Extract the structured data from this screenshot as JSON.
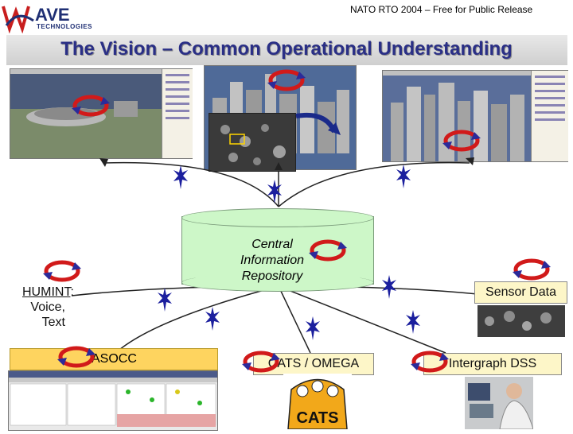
{
  "header": {
    "note": "NATO RTO 2004 – Free for Public Release",
    "logo_main": "AVE",
    "logo_sub": "TECHNOLOGIES"
  },
  "slide": {
    "title": "The Vision – Common Operational Understanding"
  },
  "repository": {
    "label_line1": "Central",
    "label_line2": "Information",
    "label_line3": "Repository"
  },
  "nodes": {
    "humint_title": "HUMINT",
    "humint_colon": ":",
    "humint_line2": "Voice,",
    "humint_line3": "Text",
    "sensor": "Sensor Data",
    "asocc": "ASOCC",
    "cats": "CATS / OMEGA",
    "intergraph": "Intergraph DSS",
    "cats_logo": "CATS"
  },
  "colors": {
    "title": "#2a2f86",
    "repository_fill": "#cdf7c8",
    "asocc_fill": "#fed45f",
    "box_fill": "#fdf6c8",
    "cycle_arrow": "#d11a1a",
    "starburst": "#1b1f9e"
  }
}
